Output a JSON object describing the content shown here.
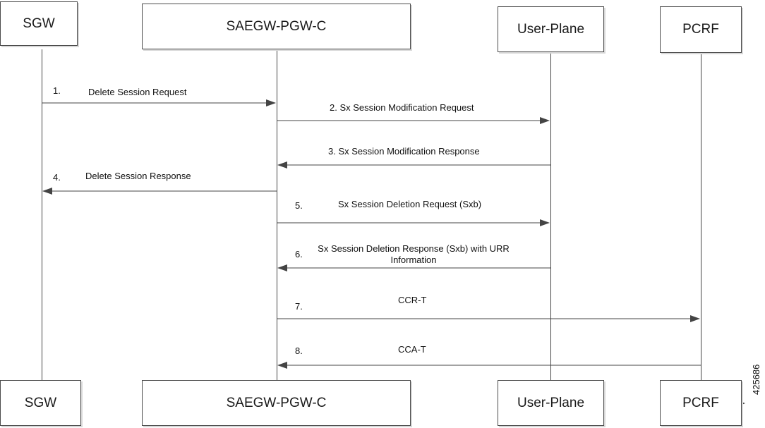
{
  "participants": {
    "sgw": "SGW",
    "pgw": "SAEGW-PGW-C",
    "up": "User-Plane",
    "pcrf": "PCRF"
  },
  "messages": [
    {
      "num": "1.",
      "label": "Delete Session Request",
      "from": "sgw",
      "to": "pgw"
    },
    {
      "num": "",
      "label": "2. Sx Session Modification Request",
      "from": "pgw",
      "to": "up"
    },
    {
      "num": "",
      "label": "3. Sx Session Modification Response",
      "from": "up",
      "to": "pgw"
    },
    {
      "num": "4.",
      "label": "Delete Session Response",
      "from": "pgw",
      "to": "sgw"
    },
    {
      "num": "5.",
      "label": "Sx Session Deletion Request (Sxb)",
      "from": "pgw",
      "to": "up"
    },
    {
      "num": "6.",
      "label": "Sx Session Deletion Response (Sxb) with URR Information",
      "from": "up",
      "to": "pgw"
    },
    {
      "num": "7.",
      "label": "CCR-T",
      "from": "pgw",
      "to": "pcrf"
    },
    {
      "num": "8.",
      "label": "CCA-T",
      "from": "pcrf",
      "to": "pgw"
    }
  ],
  "figure_id": "425686",
  "colors": {
    "line": "#444444",
    "arrowhead": "#444444",
    "box_border": "#4a4a4a"
  }
}
